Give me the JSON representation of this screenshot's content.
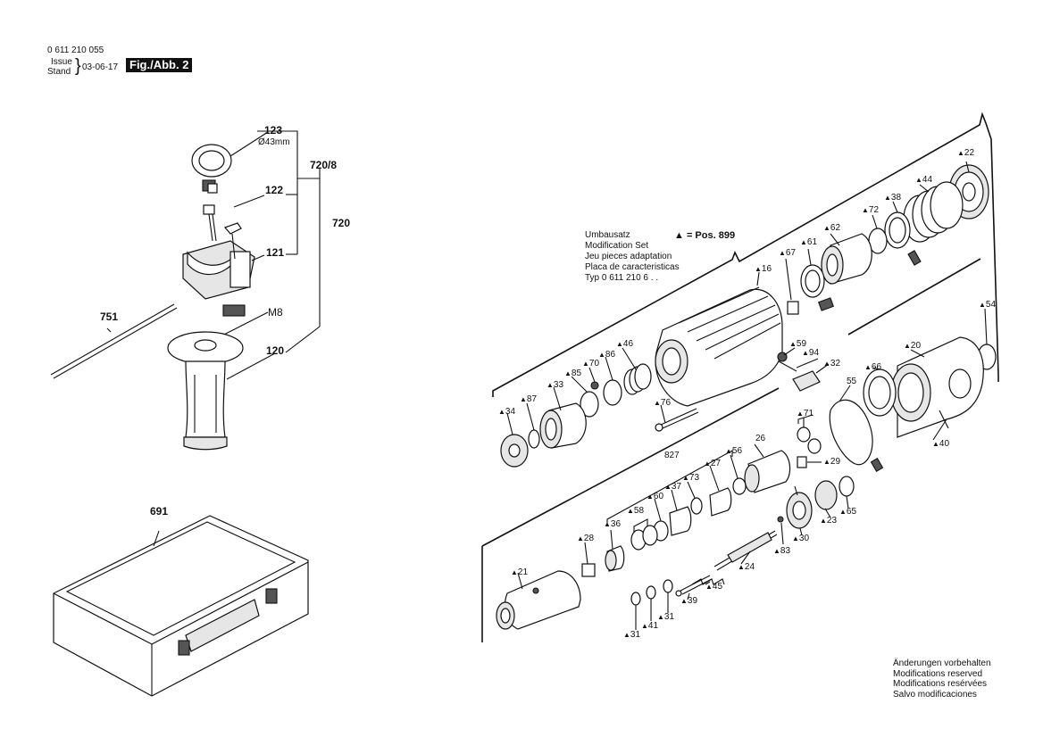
{
  "header": {
    "doc_number": "0 611 210 055",
    "issue_label": "Issue",
    "stand_label": "Stand",
    "date": "03-06-17",
    "figure_label": "Fig./Abb. 2"
  },
  "modification_set": {
    "lines": [
      "Umbausatz",
      "Modification Set",
      "Jeu pieces adaptation",
      "Placa de caracteristicas",
      "Typ 0 611 210 6 . ."
    ],
    "pos_marker": "▲",
    "pos_text": "= Pos. 899"
  },
  "footer_note": [
    "Änderungen vorbehalten",
    "Modifications reserved",
    "Modifications resérvées",
    "Salvo modificaciones"
  ],
  "left_group": {
    "labels": {
      "p123": "123",
      "p123_sub": "Ø43mm",
      "p122": "122",
      "p121": "121",
      "p720_8": "720/8",
      "p720": "720",
      "p751": "751",
      "pM8": "M8",
      "p120": "120",
      "p691": "691"
    }
  },
  "callouts": [
    {
      "id": "22",
      "tri": true
    },
    {
      "id": "44",
      "tri": true
    },
    {
      "id": "38",
      "tri": true
    },
    {
      "id": "72",
      "tri": true
    },
    {
      "id": "62",
      "tri": true
    },
    {
      "id": "61",
      "tri": true
    },
    {
      "id": "67",
      "tri": true
    },
    {
      "id": "16",
      "tri": true
    },
    {
      "id": "54",
      "tri": true
    },
    {
      "id": "20",
      "tri": true
    },
    {
      "id": "66",
      "tri": true
    },
    {
      "id": "55",
      "tri": false
    },
    {
      "id": "40",
      "tri": true
    },
    {
      "id": "59",
      "tri": true
    },
    {
      "id": "94",
      "tri": true
    },
    {
      "id": "32",
      "tri": true
    },
    {
      "id": "46",
      "tri": true
    },
    {
      "id": "86",
      "tri": true
    },
    {
      "id": "70",
      "tri": true
    },
    {
      "id": "85",
      "tri": true
    },
    {
      "id": "33",
      "tri": true
    },
    {
      "id": "87",
      "tri": true
    },
    {
      "id": "34",
      "tri": true
    },
    {
      "id": "76",
      "tri": true
    },
    {
      "id": "71",
      "tri": true
    },
    {
      "id": "26",
      "tri": false
    },
    {
      "id": "29",
      "tri": true
    },
    {
      "id": "56",
      "tri": true
    },
    {
      "id": "27",
      "tri": true
    },
    {
      "id": "827",
      "tri": false
    },
    {
      "id": "73",
      "tri": true
    },
    {
      "id": "37",
      "tri": true
    },
    {
      "id": "60",
      "tri": true
    },
    {
      "id": "58",
      "tri": true
    },
    {
      "id": "36",
      "tri": true
    },
    {
      "id": "28",
      "tri": true
    },
    {
      "id": "21",
      "tri": true
    },
    {
      "id": "23",
      "tri": true
    },
    {
      "id": "65",
      "tri": true
    },
    {
      "id": "30",
      "tri": true
    },
    {
      "id": "83",
      "tri": true
    },
    {
      "id": "24",
      "tri": true
    },
    {
      "id": "45",
      "tri": true
    },
    {
      "id": "39",
      "tri": true
    },
    {
      "id": "31",
      "tri": true
    },
    {
      "id": "41",
      "tri": true
    },
    {
      "id": "31",
      "tri": true
    }
  ]
}
